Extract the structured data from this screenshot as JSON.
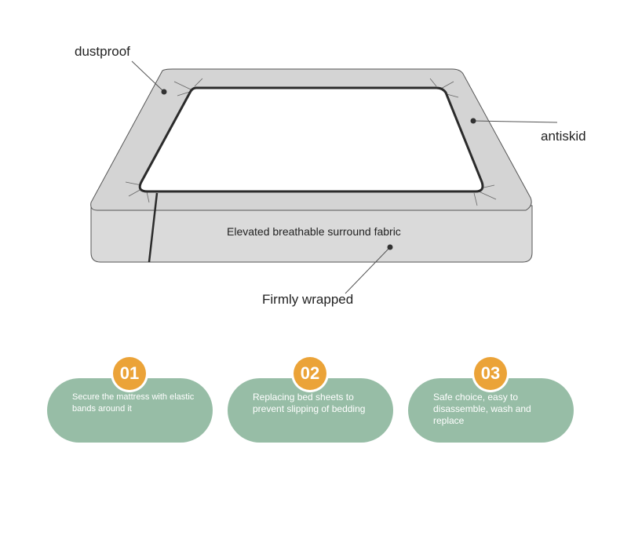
{
  "labels": {
    "dustproof": "dustproof",
    "antiskid": "antiskid",
    "fabric": "Elevated breathable surround fabric",
    "wrapped": "Firmly wrapped"
  },
  "features": [
    {
      "number": "01",
      "text": "Secure the mattress with elastic bands around it"
    },
    {
      "number": "02",
      "text": "Replacing bed sheets to prevent slipping of bedding"
    },
    {
      "number": "03",
      "text": "Safe choice, easy to disassemble, wash and replace"
    }
  ],
  "colors": {
    "pill": "#97bda6",
    "badge": "#eba338",
    "cover": "#d6d6d6",
    "outline": "#2b2b2b"
  }
}
